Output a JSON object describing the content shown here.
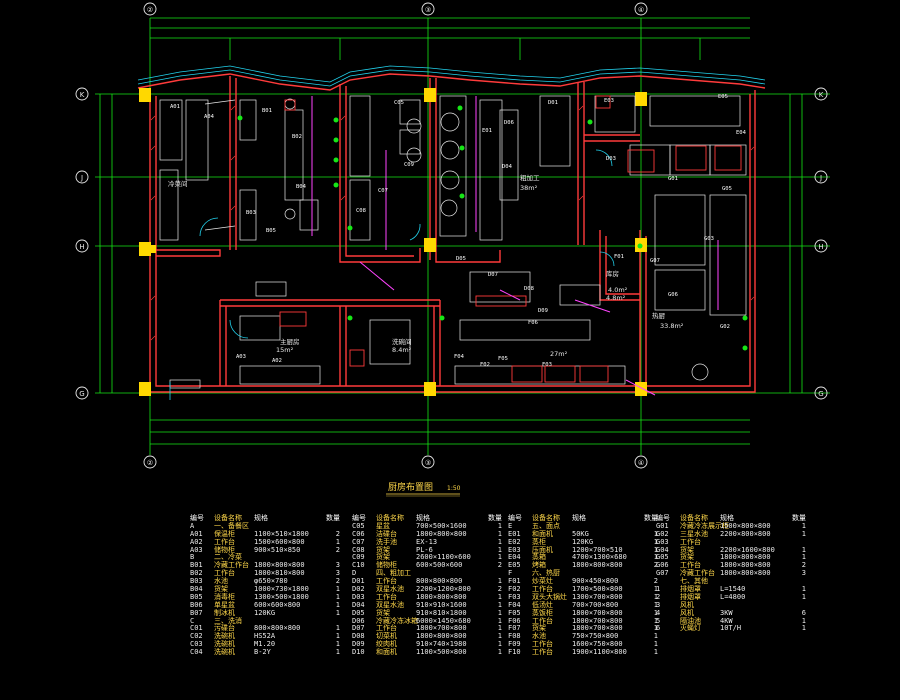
{
  "drawing": {
    "title": "厨房布置图",
    "scale_note": "1:50",
    "grid_axes": {
      "top": [
        "②",
        "③",
        "④"
      ],
      "left": [
        "K",
        "J",
        "H",
        "G"
      ]
    },
    "colors": {
      "wall": "#ff3b3b",
      "dim": "#16e616",
      "equip": "#e8e8e8",
      "label": "#ffffff",
      "accent": "#ff44ff",
      "pillar": "#ffd800",
      "water": "#22d3ee"
    },
    "room_labels": {
      "area_a": "4.0m²",
      "area_b": "15m²",
      "area_c": "8.4m²",
      "area_d": "27m²",
      "area_e": "33.8m²",
      "area_f": "4.8m²",
      "area_g": "38m²",
      "cold": "冷菜间",
      "wash": "洗碗间",
      "store": "库房",
      "veg": "粗加工",
      "hot": "热厨",
      "main": "主厨房"
    },
    "codes": [
      "A01",
      "A02",
      "A03",
      "A04",
      "B01",
      "B02",
      "B03",
      "B04",
      "B05",
      "C05",
      "C07",
      "C08",
      "C09",
      "D01",
      "D03",
      "D04",
      "D05",
      "D06",
      "D07",
      "D08",
      "D09",
      "E01",
      "E03",
      "E04",
      "E05",
      "F01",
      "F02",
      "F03",
      "F04",
      "F05",
      "F06",
      "G01",
      "G02",
      "G03",
      "G05",
      "G06",
      "G07"
    ]
  },
  "table": {
    "header": {
      "code": "编号",
      "name": "设备名称",
      "spec": "规格",
      "qty": "数量"
    },
    "columns": [
      [
        {
          "code": "A",
          "name": "一、备餐区",
          "spec": "",
          "qty": ""
        },
        {
          "code": "A01",
          "name": "保温柜",
          "spec": "1100×510×1800",
          "qty": "2"
        },
        {
          "code": "A02",
          "name": "工作台",
          "spec": "1500×600×800",
          "qty": "1"
        },
        {
          "code": "A03",
          "name": "储物柜",
          "spec": "900×510×850",
          "qty": "2"
        },
        {
          "code": "B",
          "name": "二、冷菜",
          "spec": "",
          "qty": ""
        },
        {
          "code": "B01",
          "name": "冷藏工作台",
          "spec": "1800×800×800",
          "qty": "3"
        },
        {
          "code": "B02",
          "name": "工作台",
          "spec": "1800×810×800",
          "qty": "3"
        },
        {
          "code": "B03",
          "name": "水池",
          "spec": "φ650×780",
          "qty": "2"
        },
        {
          "code": "B04",
          "name": "货架",
          "spec": "1000×730×1800",
          "qty": "1"
        },
        {
          "code": "B05",
          "name": "消毒柜",
          "spec": "1300×500×1800",
          "qty": "1"
        },
        {
          "code": "B06",
          "name": "单星盆",
          "spec": "600×600×800",
          "qty": "1"
        },
        {
          "code": "B07",
          "name": "制冰机",
          "spec": "120KG",
          "qty": "1"
        },
        {
          "code": "C",
          "name": "三、洗消",
          "spec": "",
          "qty": ""
        },
        {
          "code": "C01",
          "name": "污碟台",
          "spec": "800×800×800",
          "qty": "1"
        },
        {
          "code": "C02",
          "name": "洗碗机",
          "spec": "HS52A",
          "qty": "1"
        },
        {
          "code": "C03",
          "name": "洗碗机",
          "spec": "M1.20",
          "qty": "1"
        },
        {
          "code": "C04",
          "name": "洗碗机",
          "spec": "B-2Y",
          "qty": "1"
        }
      ],
      [
        {
          "code": "C05",
          "name": "星盆",
          "spec": "700×500×1600",
          "qty": "1"
        },
        {
          "code": "C06",
          "name": "洁碟台",
          "spec": "1800×800×800",
          "qty": "1"
        },
        {
          "code": "C07",
          "name": "洗手池",
          "spec": "EX-13",
          "qty": "1"
        },
        {
          "code": "C08",
          "name": "货架",
          "spec": "PL-6",
          "qty": "1"
        },
        {
          "code": "C09",
          "name": "货架",
          "spec": "2600×1100×600",
          "qty": "1"
        },
        {
          "code": "C10",
          "name": "储物柜",
          "spec": "600×500×600",
          "qty": "2"
        },
        {
          "code": "D",
          "name": "四、粗加工",
          "spec": "",
          "qty": ""
        },
        {
          "code": "D01",
          "name": "工作台",
          "spec": "800×800×800",
          "qty": "1"
        },
        {
          "code": "D02",
          "name": "双星水池",
          "spec": "2200×1200×800",
          "qty": "2"
        },
        {
          "code": "D03",
          "name": "工作台",
          "spec": "1800×800×800",
          "qty": "1"
        },
        {
          "code": "D04",
          "name": "双星水池",
          "spec": "910×910×1600",
          "qty": "1"
        },
        {
          "code": "D05",
          "name": "货架",
          "spec": "910×810×1800",
          "qty": "1"
        },
        {
          "code": "D06",
          "name": "冷藏冷冻冰箱",
          "spec": "6000×1450×680",
          "qty": "1"
        },
        {
          "code": "D07",
          "name": "工作台",
          "spec": "1800×700×800",
          "qty": "1"
        },
        {
          "code": "D08",
          "name": "切菜机",
          "spec": "1800×800×800",
          "qty": "1"
        },
        {
          "code": "D09",
          "name": "绞肉机",
          "spec": "910×740×1980",
          "qty": "1"
        },
        {
          "code": "D10",
          "name": "和面机",
          "spec": "1100×500×800",
          "qty": "1"
        }
      ],
      [
        {
          "code": "E",
          "name": "五、面点",
          "spec": "",
          "qty": ""
        },
        {
          "code": "E01",
          "name": "和面机",
          "spec": "50KG",
          "qty": "1"
        },
        {
          "code": "E02",
          "name": "蒸柜",
          "spec": "120KG",
          "qty": "1"
        },
        {
          "code": "E03",
          "name": "压面机",
          "spec": "1200×700×510",
          "qty": "1"
        },
        {
          "code": "E04",
          "name": "蒸箱",
          "spec": "4700×1300×680",
          "qty": "1"
        },
        {
          "code": "E05",
          "name": "烤箱",
          "spec": "1800×800×800",
          "qty": "2"
        },
        {
          "code": "F",
          "name": "六、热厨",
          "spec": "",
          "qty": ""
        },
        {
          "code": "F01",
          "name": "炒菜灶",
          "spec": "900×450×800",
          "qty": "2"
        },
        {
          "code": "F02",
          "name": "工作台",
          "spec": "1700×500×800",
          "qty": "1"
        },
        {
          "code": "F03",
          "name": "双头大锅灶",
          "spec": "1300×700×800",
          "qty": "1"
        },
        {
          "code": "F04",
          "name": "低汤灶",
          "spec": "700×700×800",
          "qty": "1"
        },
        {
          "code": "F05",
          "name": "蒸饭柜",
          "spec": "1800×700×800",
          "qty": "1"
        },
        {
          "code": "F06",
          "name": "工作台",
          "spec": "1800×700×800",
          "qty": "1"
        },
        {
          "code": "F07",
          "name": "货架",
          "spec": "1800×700×800",
          "qty": "1"
        },
        {
          "code": "F08",
          "name": "水池",
          "spec": "750×750×800",
          "qty": "1"
        },
        {
          "code": "F09",
          "name": "工作台",
          "spec": "1600×750×800",
          "qty": "1"
        },
        {
          "code": "F10",
          "name": "工作台",
          "spec": "1900×1100×800",
          "qty": "1"
        }
      ],
      [
        {
          "code": "G01",
          "name": "冷藏冷冻展示柜",
          "spec": "1500×800×800",
          "qty": "1"
        },
        {
          "code": "G02",
          "name": "三星水池",
          "spec": "2200×800×800",
          "qty": "1"
        },
        {
          "code": "G03",
          "name": "工作台",
          "spec": "",
          "qty": ""
        },
        {
          "code": "G04",
          "name": "货架",
          "spec": "2200×1600×800",
          "qty": "1"
        },
        {
          "code": "G05",
          "name": "货架",
          "spec": "1800×800×800",
          "qty": "1"
        },
        {
          "code": "G06",
          "name": "工作台",
          "spec": "1800×800×800",
          "qty": "2"
        },
        {
          "code": "G07",
          "name": "冷藏工作台",
          "spec": "1800×800×800",
          "qty": "3"
        },
        {
          "code": "",
          "name": "七、其他",
          "spec": "",
          "qty": ""
        },
        {
          "code": "1",
          "name": "排烟罩",
          "spec": "L=1540",
          "qty": "1"
        },
        {
          "code": "2",
          "name": "排烟罩",
          "spec": "L=4800",
          "qty": "1"
        },
        {
          "code": "3",
          "name": "风机",
          "spec": "",
          "qty": ""
        },
        {
          "code": "4",
          "name": "风机",
          "spec": "3KW",
          "qty": "6"
        },
        {
          "code": "5",
          "name": "隔油池",
          "spec": "4KW",
          "qty": "1"
        },
        {
          "code": "6",
          "name": "灭蝇灯",
          "spec": "10T/H",
          "qty": "1"
        }
      ]
    ]
  }
}
